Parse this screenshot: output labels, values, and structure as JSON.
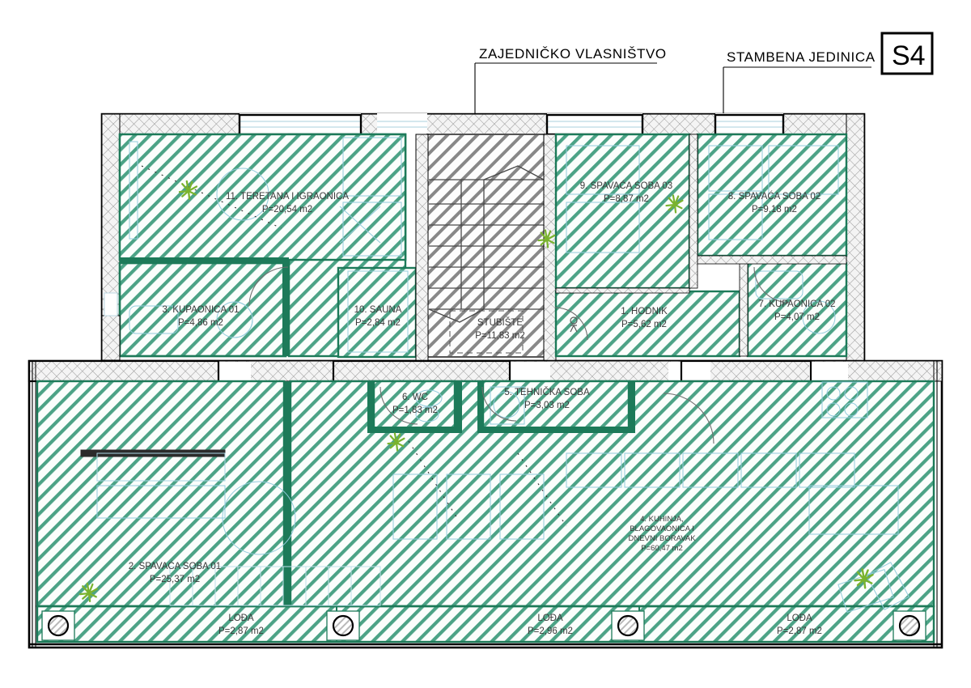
{
  "drawing": {
    "type": "architectural-floor-plan",
    "unit_tag": "S4",
    "annotations": [
      {
        "name": "zajednicko-vlasnistvo",
        "text": "ZAJEDNIČKO VLASNIŠTVO"
      },
      {
        "name": "stambena-jedinica",
        "text": "STAMBENA  JEDINICA"
      }
    ],
    "colors": {
      "room_hatch": "#2e8b6f",
      "room_outline": "#1d7a59",
      "wall_hatch": "#8a8a8a",
      "wall_outline": "#000000",
      "furniture": "#8fc9dc",
      "stair_hatch": "#6f6f6f",
      "plant": "#7ab32e",
      "text": "#3b3b3b"
    },
    "rooms": [
      {
        "id": 11,
        "name": "11. TERETANA I IGRAONICA",
        "area": "P=20,54 m2"
      },
      {
        "id": 9,
        "name": "9. SPAVAĆA SOBA 03",
        "area": "P=8,87 m2"
      },
      {
        "id": 8,
        "name": "8. SPAVAĆA SOBA 02",
        "area": "P=9,18 m2"
      },
      {
        "id": 3,
        "name": "3. KUPAONICA 01",
        "area": "P=4,86 m2"
      },
      {
        "id": 10,
        "name": "10. SAUNA",
        "area": "P=2,84 m2"
      },
      {
        "id": 1,
        "name": "1. HODNIK",
        "area": "P=5,62 m2"
      },
      {
        "id": 7,
        "name": "7. KUPAONICA 02",
        "area": "P=4,07 m2"
      },
      {
        "id": 6,
        "name": "6. WC",
        "area": "P=1,83 m2"
      },
      {
        "id": 5,
        "name": "5. TEHNIČKA SOBA",
        "area": "P=3,03 m2"
      },
      {
        "id": 2,
        "name": "2. SPAVAĆA SOBA 01",
        "area": "P=25,37 m2"
      },
      {
        "id": 4,
        "name": "4. KUHINJA,",
        "name_line2": "BLAGOVAONICA I",
        "name_line3": "DNEVNI BORAVAK",
        "area": "P=60,47 m2"
      }
    ],
    "common_area": {
      "name": "STUBIŠTE",
      "area": "P=11,83 m2"
    },
    "loggias": [
      {
        "name": "LOĐA",
        "area": "P=2,87 m2"
      },
      {
        "name": "LOĐA",
        "area": "P=2,96 m2"
      },
      {
        "name": "LOĐA",
        "area": "P=2,87 m2"
      }
    ]
  }
}
